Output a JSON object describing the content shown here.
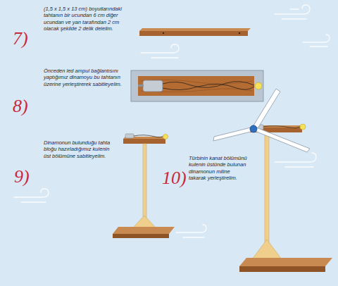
{
  "diagram": {
    "labels": [
      "7)",
      "(1,5 x 1,5 x 13 cm) boyutlarındaki tahtanın bir ucundan 6 cm diğer ucundan ve yan tarafından 2 cm olacak şekilde 2 delik delelim.",
      "8)",
      "Önceden led ampul bağlantısını yaptığımız dinamoyu bu tahtanın üzerine yerleştirerek sabitleyelim.",
      "9)",
      "Dinamonun bulunduğu tahta bloğu hazırladığımız kulenin üst bölümüne sabitleyelim.",
      "10)",
      "Türbinin kanat bölümünü kulenin üstünde bulunan dinamonun miline takarak yerleştirelim."
    ]
  }
}
